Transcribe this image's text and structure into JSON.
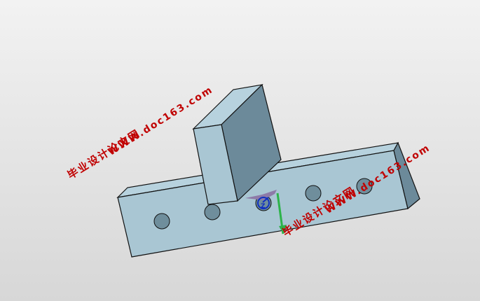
{
  "viewport": {
    "background_top": "#f2f2f2",
    "background_bottom": "#d7d7d7"
  },
  "model": {
    "colors": {
      "face_front": "#a9c6d3",
      "face_top": "#b7d2de",
      "face_side": "#6c8a9a",
      "edge": "#111111",
      "hole": "#6f8e9c"
    }
  },
  "triad": {
    "axis_label": "Z",
    "colors": {
      "z_axis": "#1030c0",
      "y_axis": "#2db34a",
      "x_axis": "#8d7aa8"
    }
  },
  "watermarks": [
    {
      "name": "watermark-cn-left",
      "text": "毕业设计论文网"
    },
    {
      "name": "watermark-url-left",
      "text": "WWW.doc163.com"
    },
    {
      "name": "watermark-cn-right",
      "text": "毕业设计论文网"
    },
    {
      "name": "watermark-url-right",
      "text": "WWW.doc163.com"
    }
  ]
}
